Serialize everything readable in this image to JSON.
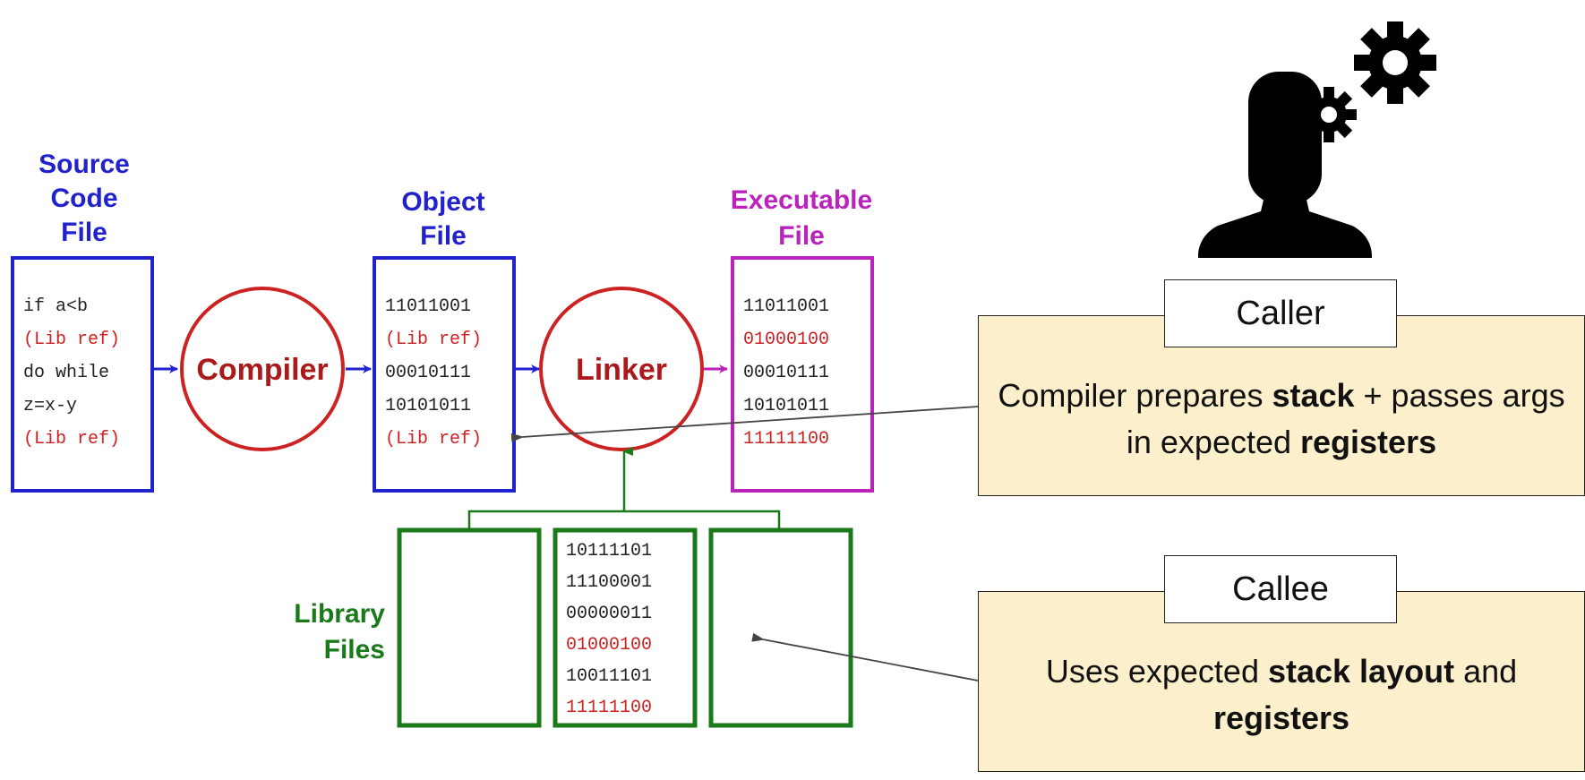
{
  "diagram": {
    "source": {
      "title_lines": [
        "Source",
        "Code",
        "File"
      ],
      "code": [
        {
          "text": "if a<b",
          "color": "#222222"
        },
        {
          "text": "(Lib ref)",
          "color": "#cc2222"
        },
        {
          "text": "do while",
          "color": "#222222"
        },
        {
          "text": "z=x-y",
          "color": "#222222"
        },
        {
          "text": "(Lib ref)",
          "color": "#cc2222"
        }
      ]
    },
    "compiler_label": "Compiler",
    "object": {
      "title_lines": [
        "Object",
        "File"
      ],
      "code": [
        {
          "text": "11011001",
          "color": "#222222"
        },
        {
          "text": "(Lib ref)",
          "color": "#cc2222"
        },
        {
          "text": "00010111",
          "color": "#222222"
        },
        {
          "text": "10101011",
          "color": "#222222"
        },
        {
          "text": "(Lib ref)",
          "color": "#cc2222"
        }
      ]
    },
    "linker_label": "Linker",
    "executable": {
      "title_lines": [
        "Executable",
        "File"
      ],
      "code": [
        {
          "text": "11011001",
          "color": "#222222"
        },
        {
          "text": "01000100",
          "color": "#cc2222"
        },
        {
          "text": "00010111",
          "color": "#222222"
        },
        {
          "text": "10101011",
          "color": "#222222"
        },
        {
          "text": "11111100",
          "color": "#cc2222"
        }
      ]
    },
    "library": {
      "title_lines": [
        "Library",
        "Files"
      ],
      "middle_code": [
        {
          "text": "10111101",
          "color": "#222222"
        },
        {
          "text": "11100001",
          "color": "#222222"
        },
        {
          "text": "00000011",
          "color": "#222222"
        },
        {
          "text": "01000100",
          "color": "#cc2222"
        },
        {
          "text": "10011101",
          "color": "#222222"
        },
        {
          "text": "11111100",
          "color": "#cc2222"
        }
      ]
    }
  },
  "caller": {
    "tag": "Caller",
    "text_parts": [
      {
        "text": "Compiler prepares ",
        "bold": false
      },
      {
        "text": "stack",
        "bold": true
      },
      {
        "text": " + passes args in expected ",
        "bold": false
      },
      {
        "text": "registers",
        "bold": true
      }
    ]
  },
  "callee": {
    "tag": "Callee",
    "text_parts": [
      {
        "text": "Uses expected ",
        "bold": false
      },
      {
        "text": "stack layout",
        "bold": true
      },
      {
        "text": " and ",
        "bold": false
      },
      {
        "text": "registers",
        "bold": true
      }
    ]
  },
  "icon": "person-with-gears-icon",
  "colors": {
    "blue": "#2222cc",
    "red": "#cc2222",
    "magenta": "#bb22bb",
    "green": "#1a7a1a",
    "note_bg": "#fcf0cc",
    "code_red": "#cc2222"
  }
}
